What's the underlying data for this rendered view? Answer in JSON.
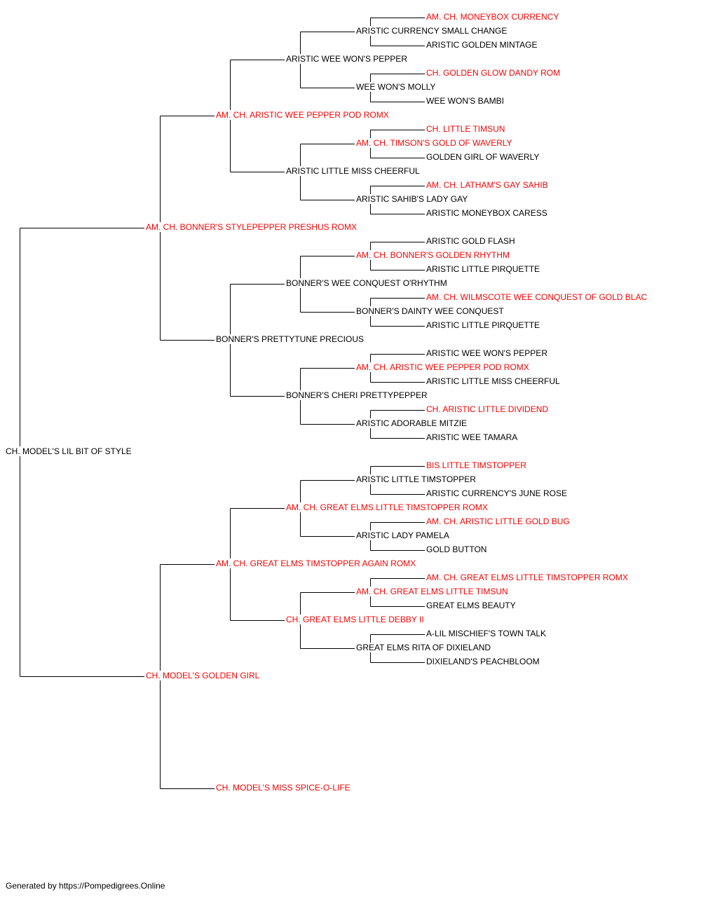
{
  "colors": {
    "champion": "#ff0000",
    "normal": "#000000",
    "line": "#000000"
  },
  "footer": "Generated by https://Pompedigrees.Online",
  "pedigree": {
    "name": "CH. MODEL'S LIL BIT OF STYLE",
    "champion": false,
    "sire": {
      "name": "AM. CH. BONNER'S STYLEPEPPER PRESHUS ROMX",
      "champion": true,
      "sire": {
        "name": "AM. CH. ARISTIC WEE PEPPER POD ROMX",
        "champion": true,
        "sire": {
          "name": "ARISTIC WEE WON'S PEPPER",
          "champion": false,
          "sire": {
            "name": "ARISTIC CURRENCY SMALL CHANGE",
            "champion": false,
            "sire": {
              "name": "AM. CH. MONEYBOX CURRENCY",
              "champion": true
            },
            "dam": {
              "name": "ARISTIC GOLDEN MINTAGE",
              "champion": false
            }
          },
          "dam": {
            "name": "WEE WON'S MOLLY",
            "champion": false,
            "sire": {
              "name": "CH. GOLDEN GLOW DANDY ROM",
              "champion": true
            },
            "dam": {
              "name": "WEE WON'S BAMBI",
              "champion": false
            }
          }
        },
        "dam": {
          "name": "ARISTIC LITTLE MISS CHEERFUL",
          "champion": false,
          "sire": {
            "name": "AM. CH. TIMSON'S GOLD OF WAVERLY",
            "champion": true,
            "sire": {
              "name": "CH. LITTLE TIMSUN",
              "champion": true
            },
            "dam": {
              "name": "GOLDEN GIRL OF WAVERLY",
              "champion": false
            }
          },
          "dam": {
            "name": "ARISTIC SAHIB'S LADY GAY",
            "champion": false,
            "sire": {
              "name": "AM. CH. LATHAM'S GAY SAHIB",
              "champion": true
            },
            "dam": {
              "name": "ARISTIC MONEYBOX CARESS",
              "champion": false
            }
          }
        }
      },
      "dam": {
        "name": "BONNER'S PRETTYTUNE PRECIOUS",
        "champion": false,
        "sire": {
          "name": "BONNER'S WEE CONQUEST O'RHYTHM",
          "champion": false,
          "sire": {
            "name": "AM. CH. BONNER'S GOLDEN RHYTHM",
            "champion": true,
            "sire": {
              "name": "ARISTIC GOLD FLASH",
              "champion": false
            },
            "dam": {
              "name": "ARISTIC LITTLE PIRQUETTE",
              "champion": false
            }
          },
          "dam": {
            "name": "BONNER'S DAINTY WEE CONQUEST",
            "champion": false,
            "sire": {
              "name": "AM. CH. WILMSCOTE WEE CONQUEST OF GOLD BLAC",
              "champion": true
            },
            "dam": {
              "name": "ARISTIC LITTLE PIRQUETTE",
              "champion": false
            }
          }
        },
        "dam": {
          "name": "BONNER'S CHERI PRETTYPEPPER",
          "champion": false,
          "sire": {
            "name": "AM. CH. ARISTIC WEE PEPPER POD ROMX",
            "champion": true,
            "sire": {
              "name": "ARISTIC WEE WON'S PEPPER",
              "champion": false
            },
            "dam": {
              "name": "ARISTIC LITTLE MISS CHEERFUL",
              "champion": false
            }
          },
          "dam": {
            "name": "ARISTIC ADORABLE MITZIE",
            "champion": false,
            "sire": {
              "name": "CH. ARISTIC LITTLE DIVIDEND",
              "champion": true
            },
            "dam": {
              "name": "ARISTIC WEE TAMARA",
              "champion": false
            }
          }
        }
      }
    },
    "dam": {
      "name": "CH. MODEL'S GOLDEN GIRL",
      "champion": true,
      "sire": {
        "name": "AM. CH. GREAT ELMS TIMSTOPPER AGAIN ROMX",
        "champion": true,
        "sire": {
          "name": "AM. CH. GREAT ELMS LITTLE TIMSTOPPER ROMX",
          "champion": true,
          "sire": {
            "name": "ARISTIC LITTLE TIMSTOPPER",
            "champion": false,
            "sire": {
              "name": "BIS LITTLE TIMSTOPPER",
              "champion": true
            },
            "dam": {
              "name": "ARISTIC CURRENCY'S JUNE ROSE",
              "champion": false
            }
          },
          "dam": {
            "name": "ARISTIC LADY PAMELA",
            "champion": false,
            "sire": {
              "name": "AM. CH. ARISTIC LITTLE GOLD BUG",
              "champion": true
            },
            "dam": {
              "name": "GOLD BUTTON",
              "champion": false
            }
          }
        },
        "dam": {
          "name": "CH. GREAT ELMS LITTLE DEBBY II",
          "champion": true,
          "sire": {
            "name": "AM. CH. GREAT ELMS LITTLE TIMSUN",
            "champion": true,
            "sire": {
              "name": "AM. CH. GREAT ELMS LITTLE TIMSTOPPER ROMX",
              "champion": true
            },
            "dam": {
              "name": "GREAT ELMS BEAUTY",
              "champion": false
            }
          },
          "dam": {
            "name": "GREAT ELMS RITA OF DIXIELAND",
            "champion": false,
            "sire": {
              "name": "A-LIL MISCHIEF'S TOWN TALK",
              "champion": false
            },
            "dam": {
              "name": "DIXIELAND'S PEACHBLOOM",
              "champion": false
            }
          }
        }
      },
      "dam": {
        "name": "CH. MODEL'S MISS SPICE-O-LIFE",
        "champion": true
      }
    }
  }
}
